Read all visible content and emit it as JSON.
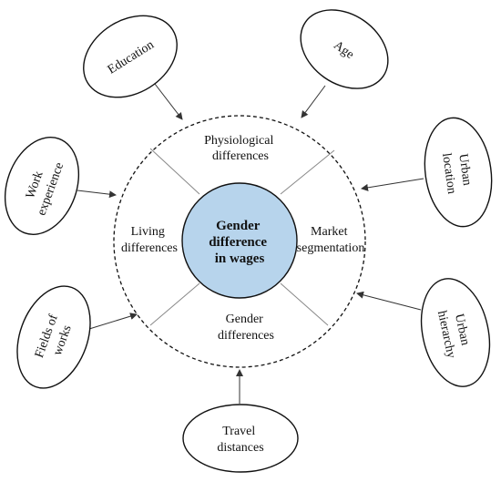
{
  "center": {
    "lines": [
      "Gender",
      "difference",
      "in wages"
    ],
    "fill": "#b7d4ec"
  },
  "sectors": {
    "top": [
      "Physiological",
      "differences"
    ],
    "left": [
      "Living",
      "differences"
    ],
    "right": [
      "Market",
      "segmentation"
    ],
    "bottom": [
      "Gender",
      "differences"
    ]
  },
  "factors": {
    "education": [
      "Education"
    ],
    "age": [
      "Age"
    ],
    "work_experience": [
      "Work",
      "experience"
    ],
    "urban_location": [
      "Urban",
      "location"
    ],
    "fields_of_works": [
      "Fields of",
      "works"
    ],
    "urban_hierarchy": [
      "Urban",
      "hierarchy"
    ],
    "travel_distances": [
      "Travel",
      "distances"
    ]
  }
}
